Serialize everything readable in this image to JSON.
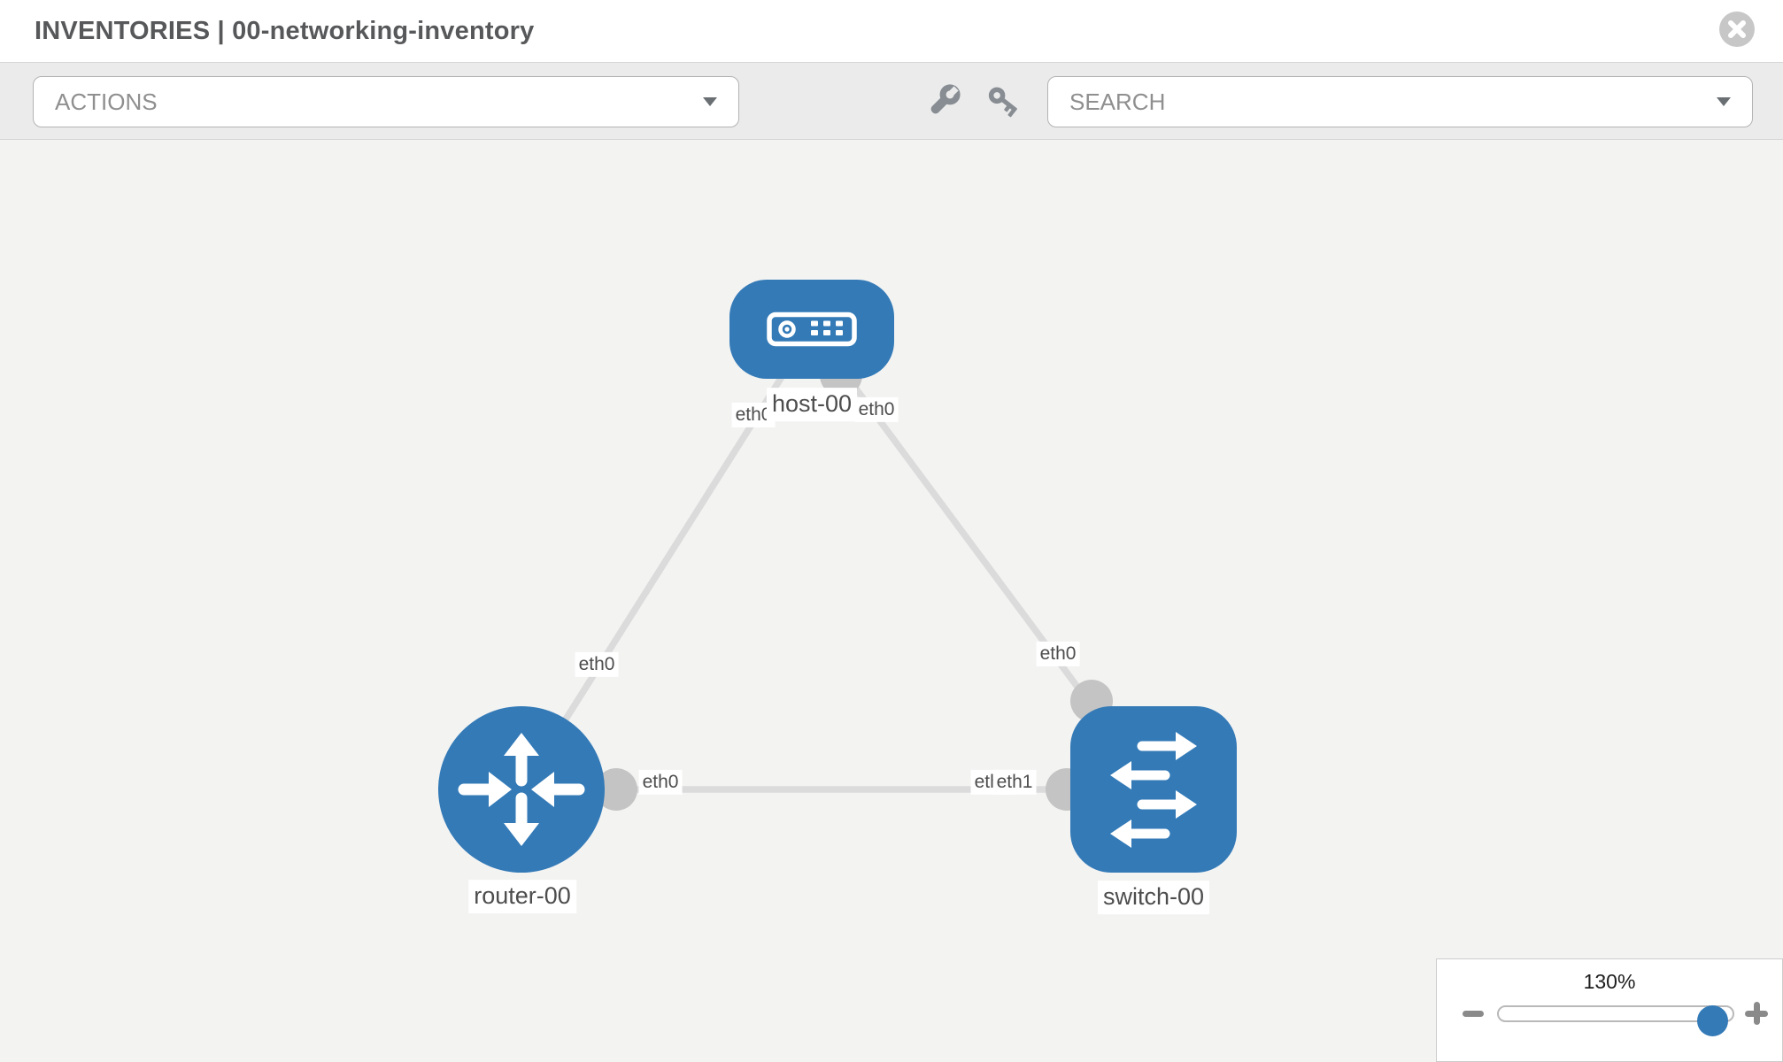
{
  "header": {
    "title": "INVENTORIES | 00-networking-inventory"
  },
  "toolbar": {
    "actions_label": "ACTIONS",
    "search_label": "SEARCH",
    "icons": [
      "wrench-icon",
      "key-icon"
    ]
  },
  "topology": {
    "nodes": {
      "host": {
        "label": "host-00",
        "type": "host",
        "shape": "rounded-rect"
      },
      "router": {
        "label": "router-00",
        "type": "router",
        "shape": "circle"
      },
      "switch": {
        "label": "switch-00",
        "type": "switch",
        "shape": "rounded-square"
      }
    },
    "interfaces": {
      "host_left": "eth0",
      "host_right": "eth0",
      "router_top": "eth0",
      "router_right": "eth0",
      "switch_top": "eth0",
      "switch_left_back": "eth0",
      "switch_left_front": "eth1"
    },
    "links": [
      {
        "source": "host-00",
        "source_interface": "eth0",
        "target": "router-00",
        "target_interface": "eth0"
      },
      {
        "source": "host-00",
        "source_interface": "eth0",
        "target": "switch-00",
        "target_interface": "eth0"
      },
      {
        "source": "router-00",
        "source_interface": "eth0",
        "target": "switch-00",
        "target_interface": "eth1"
      }
    ]
  },
  "zoom_control": {
    "level": "130%"
  },
  "colors": {
    "node_blue": "#337ab7",
    "link_gray": "#dbdbdb",
    "interface_dot_gray": "#c4c4c4",
    "canvas_bg": "#f3f3f2"
  }
}
